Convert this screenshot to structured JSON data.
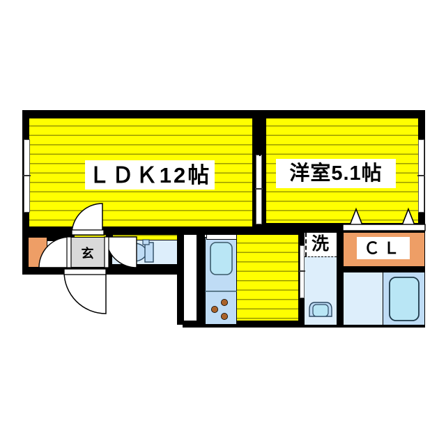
{
  "plan": {
    "type": "floor-plan",
    "title": "1LDK apartment floor plan",
    "rooms": [
      {
        "id": "ldk",
        "label": "ＬＤＫ12帖",
        "kind": "living-dining-kitchen",
        "size_jo": 12,
        "fill": "#ffff00"
      },
      {
        "id": "bedroom",
        "label": "洋室5.1帖",
        "kind": "western-room",
        "size_jo": 5.1,
        "fill": "#ffff00"
      },
      {
        "id": "closet",
        "label": "ＣＬ",
        "kind": "closet",
        "fill": "#ee9e66"
      },
      {
        "id": "washroom",
        "label": "洗",
        "kind": "laundry-washbasin",
        "fill": "#ddeefb"
      },
      {
        "id": "entrance",
        "label": "玄",
        "kind": "entrance-genkan",
        "fill": "#d9d9d9"
      }
    ],
    "fixtures": [
      {
        "id": "kitchen-sink",
        "kind": "sink"
      },
      {
        "id": "stove",
        "kind": "gas-burners",
        "burners": 3
      },
      {
        "id": "toilet",
        "kind": "toilet"
      },
      {
        "id": "washbasin",
        "kind": "wash-basin"
      },
      {
        "id": "bathtub",
        "kind": "bathtub"
      },
      {
        "id": "shoe-closet",
        "kind": "shoe-box",
        "fill": "#ee9e66"
      }
    ],
    "colors": {
      "wall": "#000000",
      "room": "#ffff00",
      "room_stripe": "#9a9a00",
      "closet": "#ee9e66",
      "water": "#ddeefb",
      "water_deep": "#bfdcf5",
      "entrance": "#d9d9d9",
      "background": "#ffffff"
    },
    "labels": {
      "ldk": "ＬＤＫ12帖",
      "bedroom": "洋室5.1帖",
      "closet": "ＣＬ",
      "washroom": "洗",
      "entrance": "玄"
    }
  }
}
